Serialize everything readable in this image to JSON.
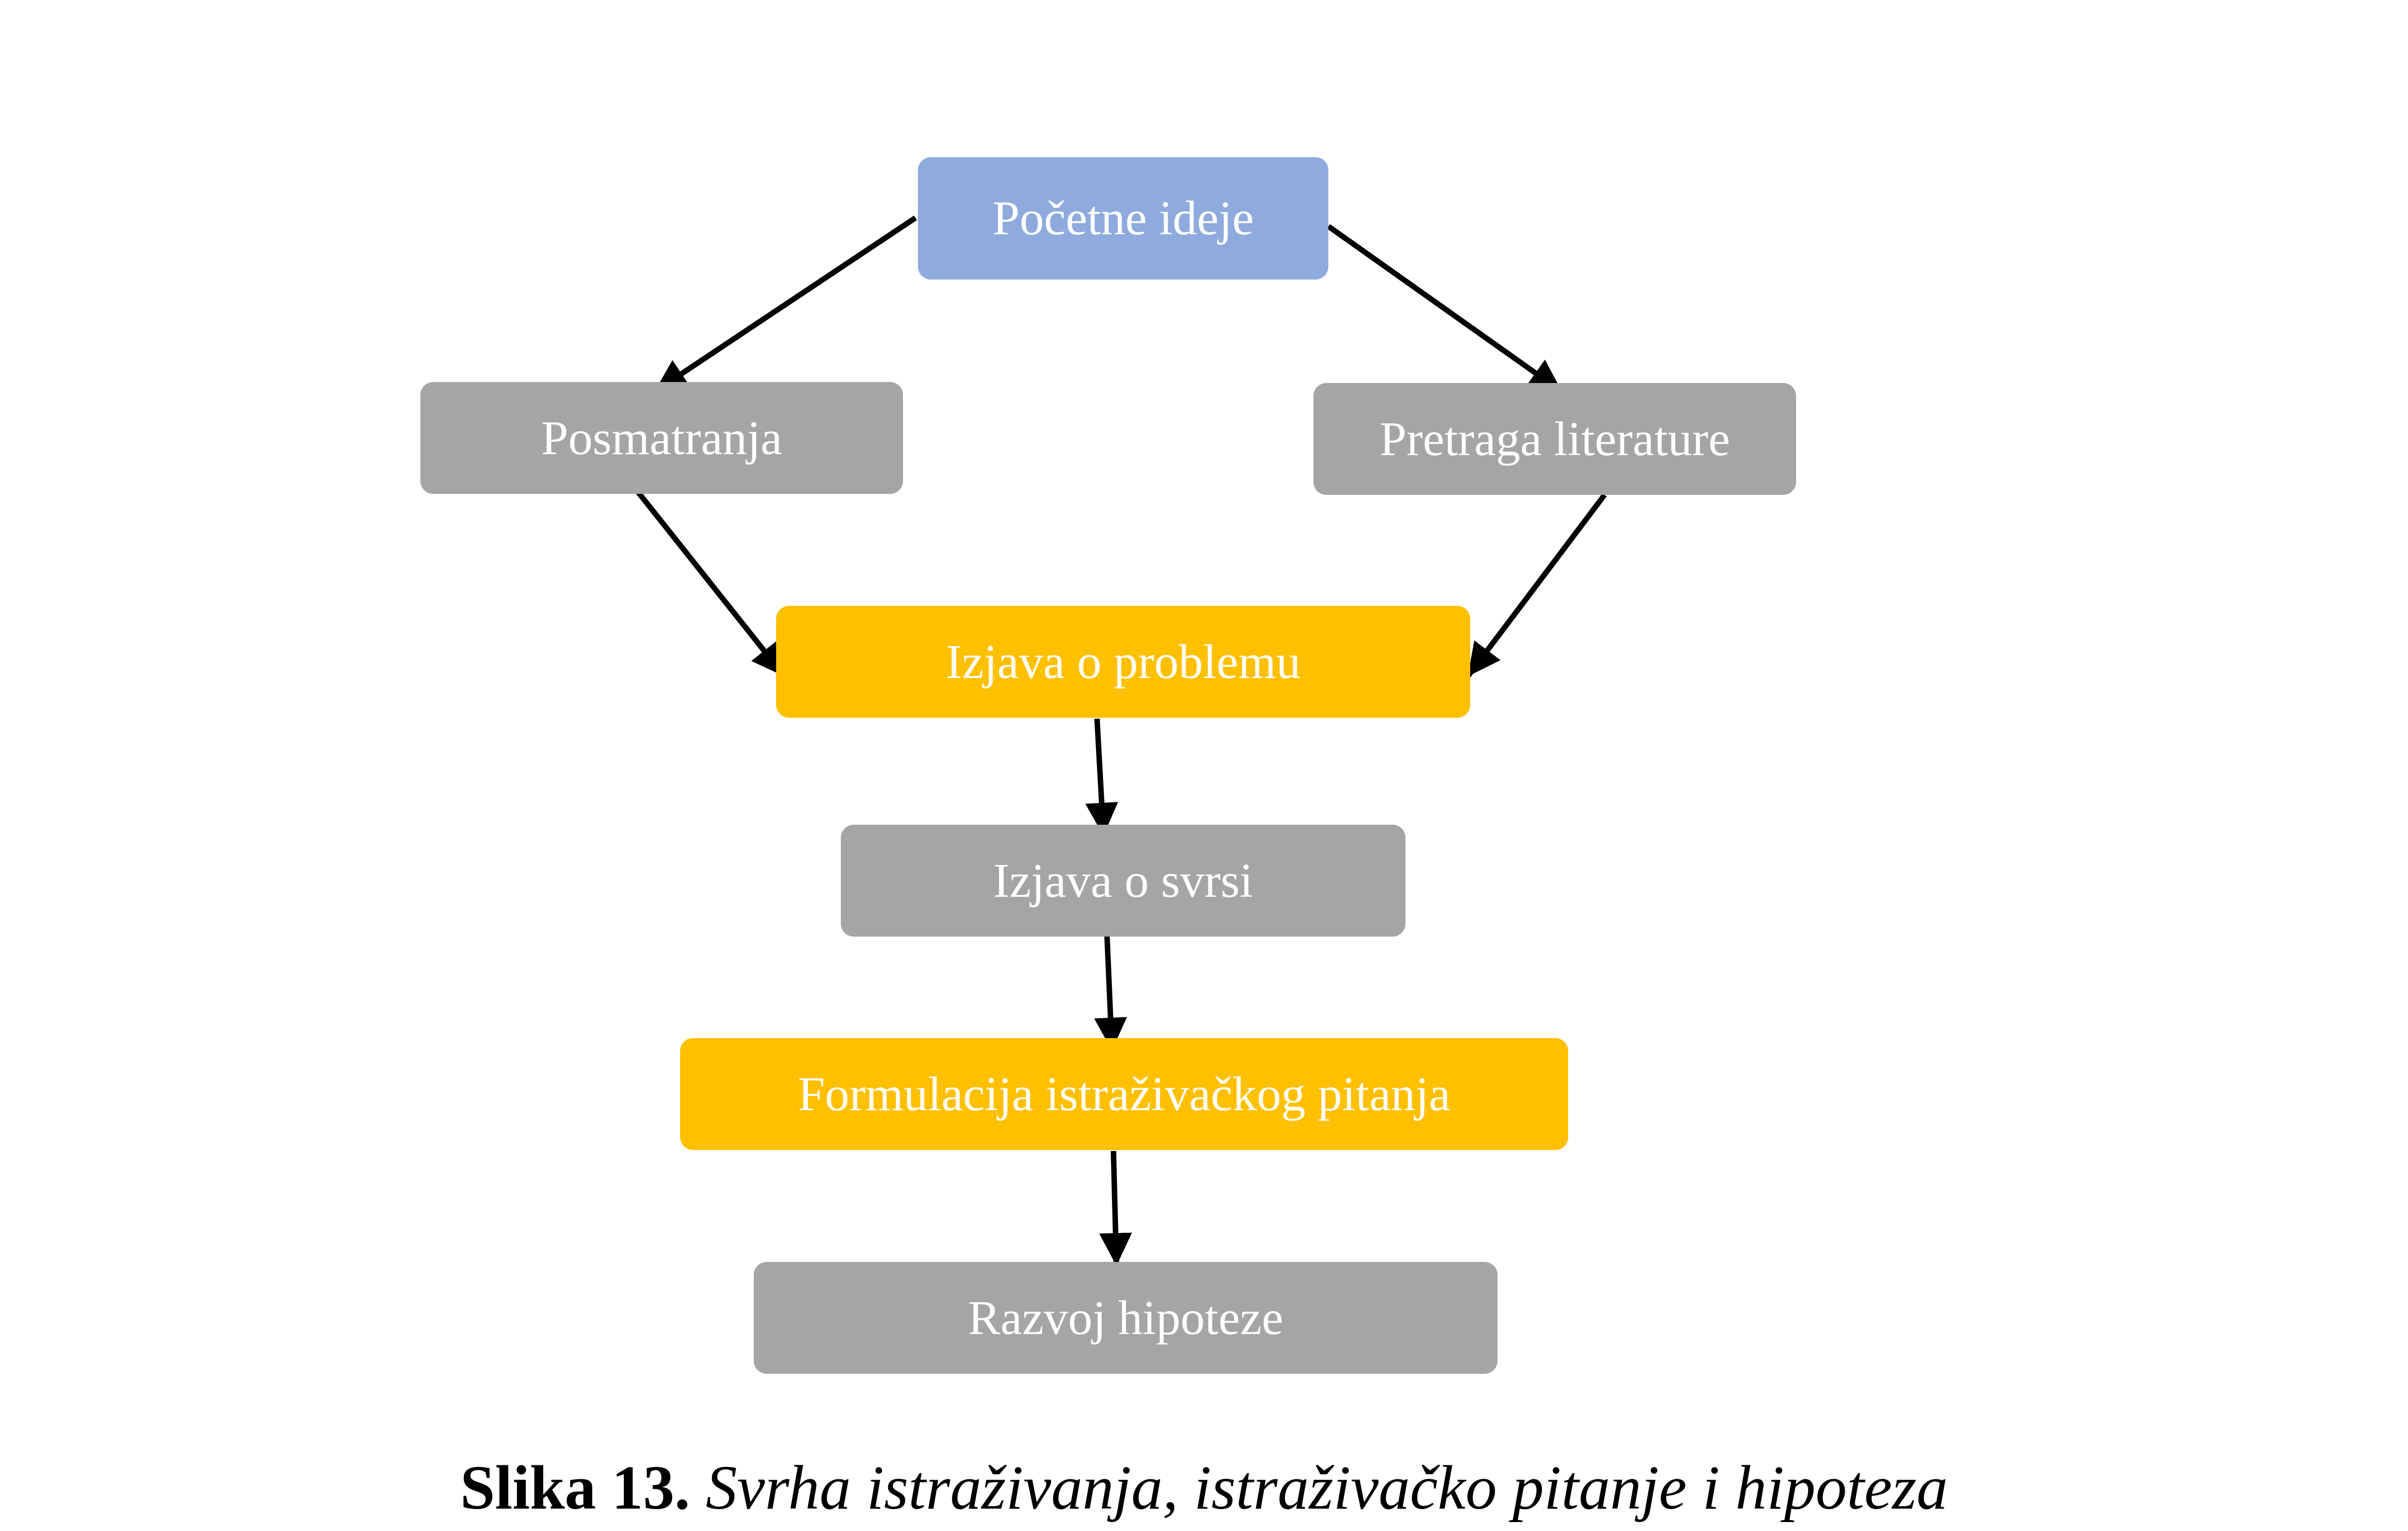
{
  "colors": {
    "blue": "#8fabdd",
    "gray": "#a5a5a5",
    "gold": "#ffc000",
    "text": "#ffffff",
    "arrow": "#000000"
  },
  "nodes": {
    "pocetne_ideje": {
      "label": "Početne ideje",
      "color": "blue"
    },
    "posmatranja": {
      "label": "Posmatranja",
      "color": "gray"
    },
    "pretraga_literature": {
      "label": "Pretraga literature",
      "color": "gray"
    },
    "izjava_o_problemu": {
      "label": "Izjava o problemu",
      "color": "gold"
    },
    "izjava_o_svrsi": {
      "label": "Izjava o svrsi",
      "color": "gray"
    },
    "formulacija": {
      "label": "Formulacija istraživačkog pitanja",
      "color": "gold"
    },
    "razvoj_hipoteze": {
      "label": "Razvoj hipoteze",
      "color": "gray"
    }
  },
  "edges": [
    {
      "from": "Početne ideje",
      "to": "Posmatranja"
    },
    {
      "from": "Početne ideje",
      "to": "Pretraga literature"
    },
    {
      "from": "Posmatranja",
      "to": "Izjava o problemu"
    },
    {
      "from": "Pretraga literature",
      "to": "Izjava o problemu"
    },
    {
      "from": "Izjava o problemu",
      "to": "Izjava o svrsi"
    },
    {
      "from": "Izjava o svrsi",
      "to": "Formulacija istraživačkog pitanja"
    },
    {
      "from": "Formulacija istraživačkog pitanja",
      "to": "Razvoj hipoteze"
    }
  ],
  "caption": {
    "label": "Slika 13.",
    "text": "Svrha istraživanja, istraživačko pitanje i hipoteza"
  }
}
